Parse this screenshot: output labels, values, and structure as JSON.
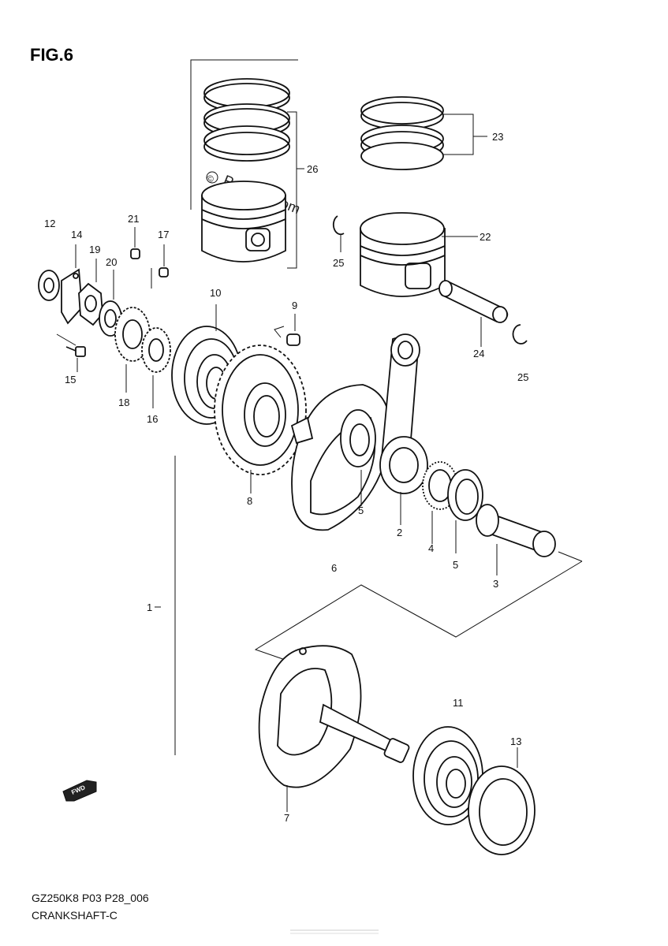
{
  "figure": {
    "title": "FIG.6",
    "model_code": "GZ250K8 P03 P28_006",
    "caption": "CRANKSHAFT-C",
    "watermark": "Partzilla.com",
    "watermark_symbol": "©",
    "fwd_badge": "FWD"
  },
  "callouts": {
    "c1": "1",
    "c2": "2",
    "c3": "3",
    "c4": "4",
    "c5a": "5",
    "c5b": "5",
    "c6": "6",
    "c7": "7",
    "c8": "8",
    "c9": "9",
    "c10": "10",
    "c11": "11",
    "c12": "12",
    "c13": "13",
    "c14": "14",
    "c15": "15",
    "c16": "16",
    "c17": "17",
    "c18": "18",
    "c19": "19",
    "c20": "20",
    "c21": "21",
    "c22": "22",
    "c23": "23",
    "c24": "24",
    "c25a": "25",
    "c25b": "25",
    "c26": "26"
  }
}
